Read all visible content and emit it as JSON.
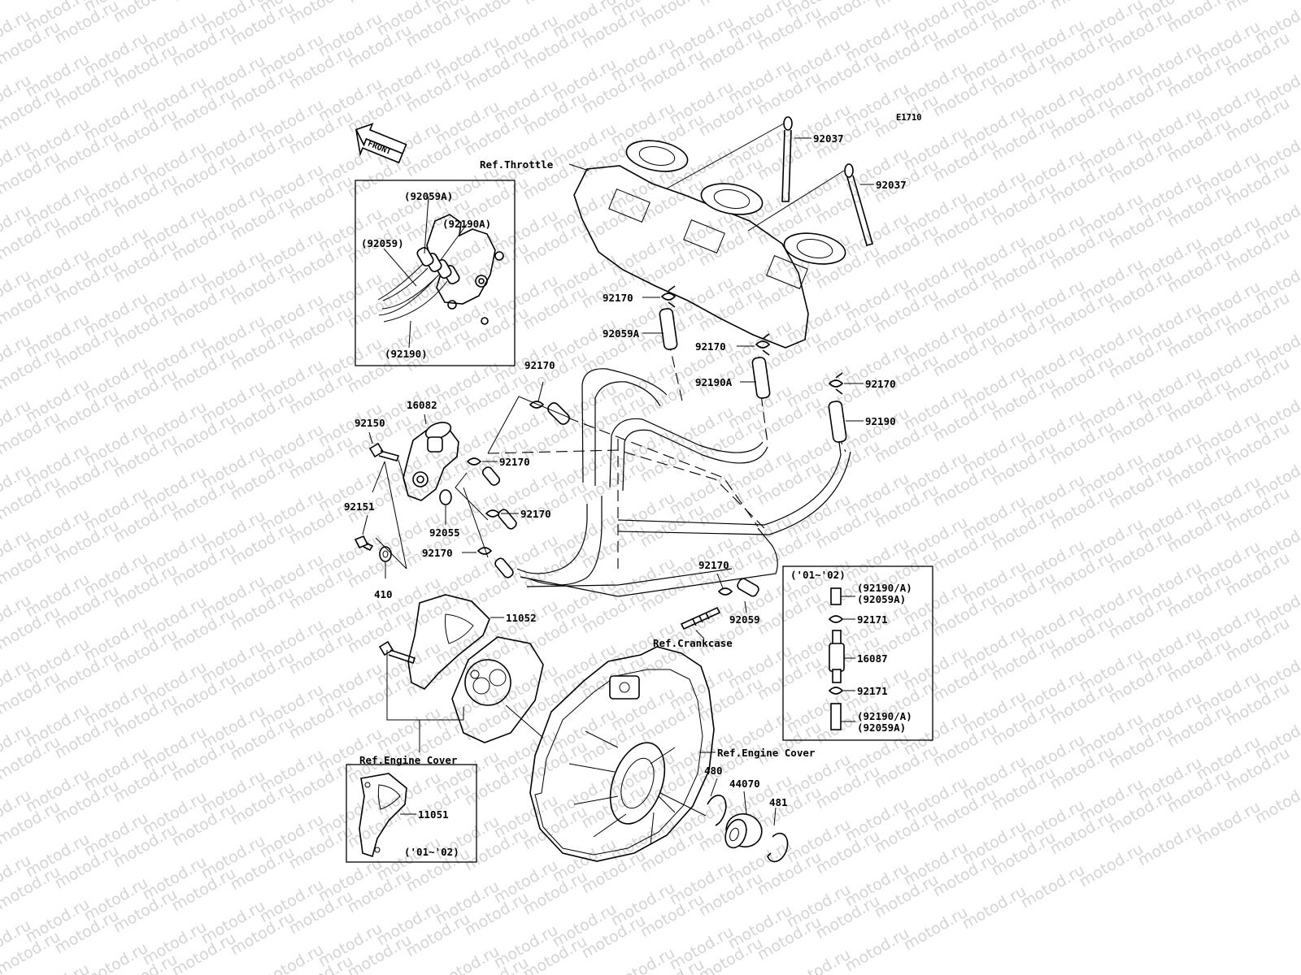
{
  "diagram_code": "E1710",
  "front_arrow_label": "FRONT",
  "watermark_text": "motod.ru",
  "references": {
    "throttle": "Ref.Throttle",
    "crankcase": "Ref.Crankcase",
    "engine_cover_left": "Ref.Engine Cover",
    "engine_cover_right": "Ref.Engine Cover"
  },
  "inset_top_left": {
    "labels": [
      "(92059A)",
      "(92190A)",
      "(92059)",
      "(92190)"
    ]
  },
  "inset_right": {
    "title": "('01~'02)",
    "labels": [
      "(92190/A)",
      "(92059A)",
      "92171",
      "16087",
      "92171",
      "(92190/A)",
      "(92059A)"
    ]
  },
  "inset_bottom": {
    "part": "11051",
    "note": "('01~'02)"
  },
  "part_numbers": {
    "p92037_a": "92037",
    "p92037_b": "92037",
    "p92170_1": "92170",
    "p92059A": "92059A",
    "p92170_2": "92170",
    "p92190A": "92190A",
    "p92170_3": "92170",
    "p92190": "92190",
    "p92170_4": "92170",
    "p16082": "16082",
    "p92150": "92150",
    "p92170_5": "92170",
    "p92170_6": "92170",
    "p92055": "92055",
    "p92151": "92151",
    "p92170_7": "92170",
    "p410": "410",
    "p92170_8": "92170",
    "p92059": "92059",
    "p11052": "11052",
    "p480": "480",
    "p44070": "44070",
    "p481": "481"
  }
}
